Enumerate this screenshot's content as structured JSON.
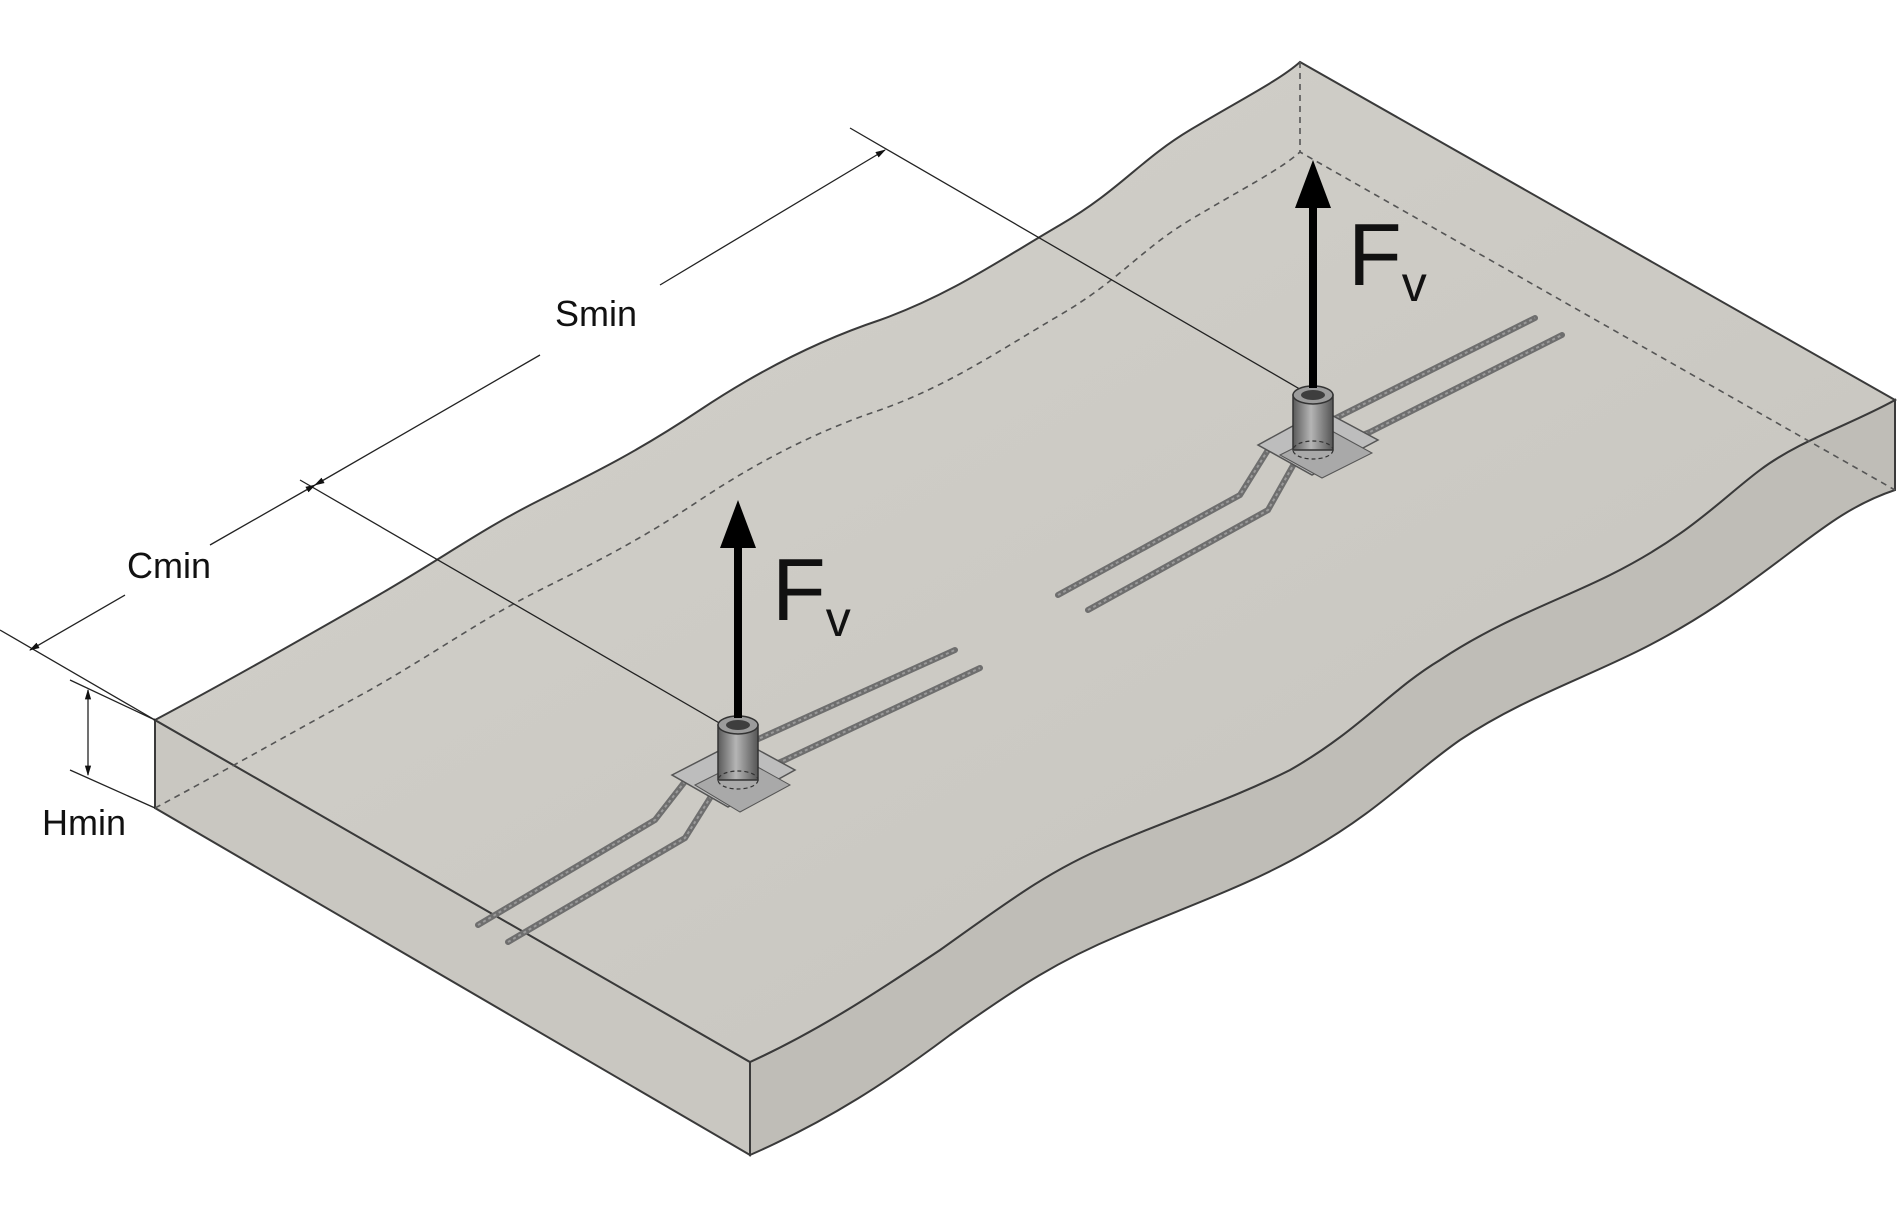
{
  "labels": {
    "smin": "Smin",
    "cmin": "Cmin",
    "hmin": "Hmin",
    "force_main": "F",
    "force_sub": "v"
  },
  "colors": {
    "slab_top": "#cdcbc5",
    "slab_front": "#c7c5bf",
    "slab_side": "#bdbbb5",
    "outline": "#3a3a3a",
    "rebar": "#6e6e6e",
    "plate": "#b9b9b9",
    "sleeve": "#8a8a8a",
    "arrow": "#000000"
  },
  "icons": {
    "anchor_left": "lifting-anchor-icon",
    "anchor_right": "lifting-anchor-icon"
  }
}
